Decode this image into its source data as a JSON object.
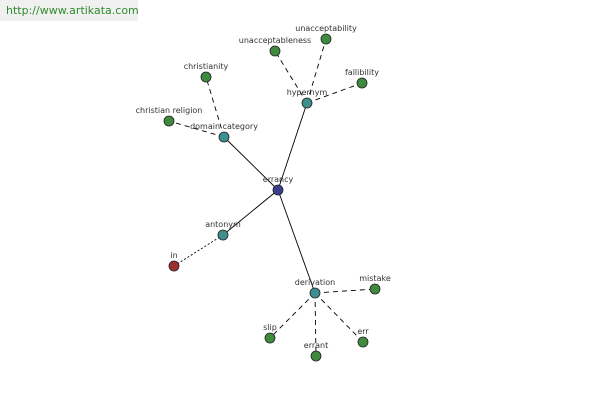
{
  "watermark": "http://www.artikata.com",
  "colors": {
    "center": "#3a3d8c",
    "relation": "#3e9090",
    "leaf": "#3f8a3f",
    "antonym_leaf": "#9e2f2f",
    "edge": "#000000"
  },
  "graph": {
    "center": {
      "label": "errancy"
    },
    "relations": [
      {
        "id": "hypernym",
        "label": "hypernym",
        "children": [
          "unacceptableness",
          "unacceptability",
          "fallibility"
        ]
      },
      {
        "id": "domain",
        "label": "domain category",
        "children": [
          "christianity",
          "christian religion"
        ]
      },
      {
        "id": "antonym",
        "label": "antonym",
        "children": [
          "in"
        ]
      },
      {
        "id": "derivation",
        "label": "derivation",
        "children": [
          "mistake",
          "slip",
          "errant",
          "err"
        ]
      }
    ]
  }
}
